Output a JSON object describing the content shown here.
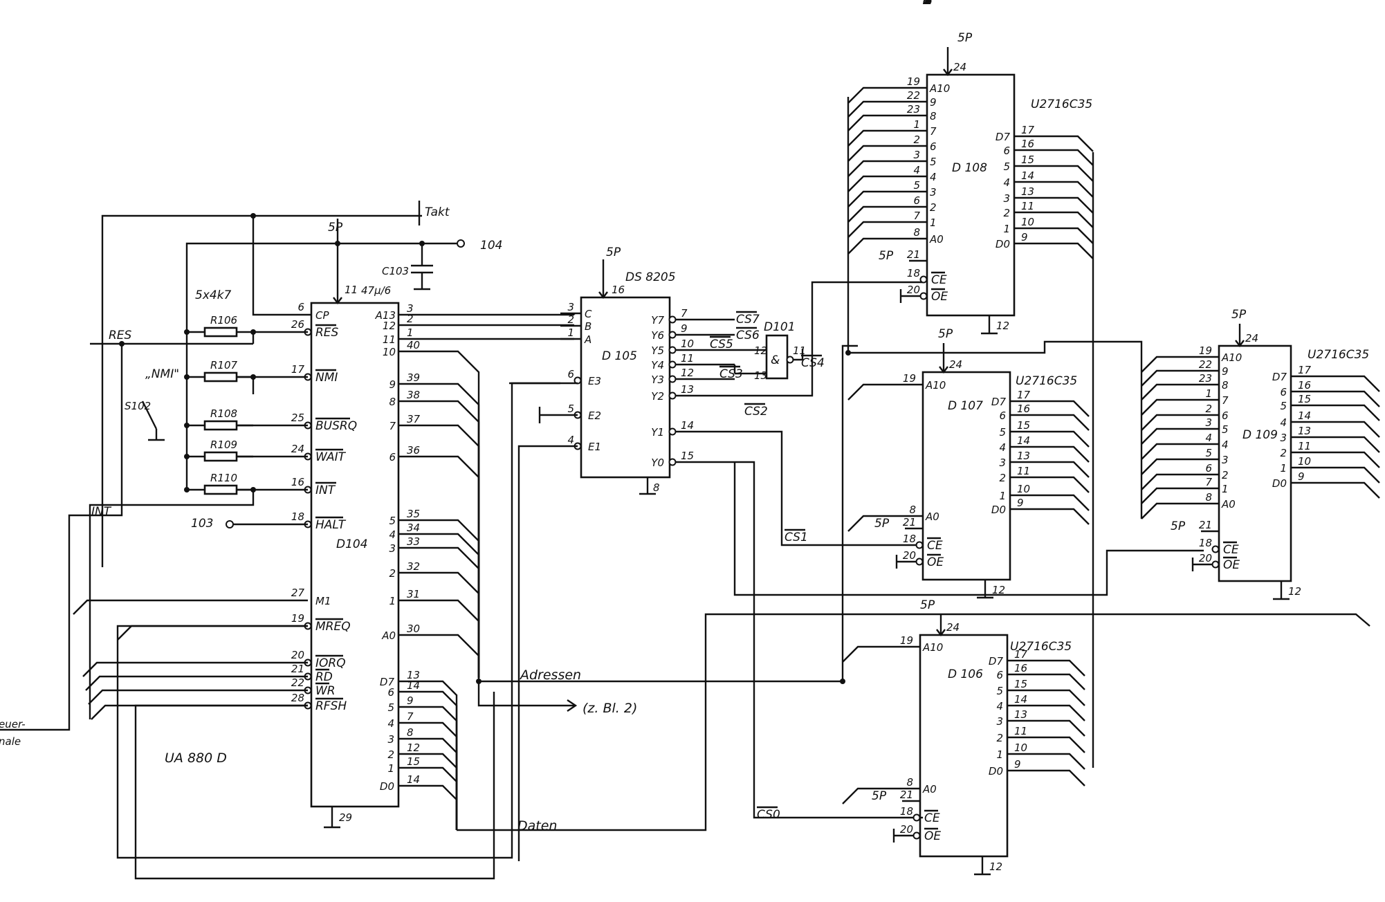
{
  "signals": {
    "takt": "Takt",
    "power": "5P",
    "res": "RES",
    "int": "INT",
    "nmi": "„NMI\"",
    "node104": "104",
    "node103": "103",
    "adressen": "Adressen",
    "daten": "Daten",
    "zbl2": "(z. Bl. 2)",
    "steuer1": "euer-",
    "steuer2": "nale"
  },
  "passives": {
    "resnet": "5x4k7",
    "cap": "C103",
    "capval": "47µ/6",
    "switch": "S102",
    "resistors": [
      "R106",
      "R107",
      "R108",
      "R109",
      "R110"
    ]
  },
  "cpu": {
    "ref": "D104",
    "type": "UA 880 D",
    "vcc": "11",
    "gnd": "29",
    "left": [
      {
        "num": "6",
        "name": "CP"
      },
      {
        "num": "26",
        "name": "RES"
      },
      {
        "num": "17",
        "name": "NMI"
      },
      {
        "num": "25",
        "name": "BUSRQ"
      },
      {
        "num": "24",
        "name": "WAIT"
      },
      {
        "num": "16",
        "name": "INT"
      },
      {
        "num": "18",
        "name": "HALT"
      },
      {
        "num": "27",
        "name": "M1"
      },
      {
        "num": "19",
        "name": "MREQ"
      },
      {
        "num": "20",
        "name": "IORQ"
      },
      {
        "num": "21",
        "name": "RD"
      },
      {
        "num": "22",
        "name": "WR"
      },
      {
        "num": "28",
        "name": "RFSH"
      }
    ],
    "addr": [
      {
        "name": "A13",
        "num": "3"
      },
      {
        "name": "12",
        "num": "2"
      },
      {
        "name": "11",
        "num": "1"
      },
      {
        "name": "10",
        "num": "40"
      },
      {
        "name": "9",
        "num": "39"
      },
      {
        "name": "8",
        "num": "38"
      },
      {
        "name": "7",
        "num": "37"
      },
      {
        "name": "6",
        "num": "36"
      },
      {
        "name": "5",
        "num": "35"
      },
      {
        "name": "4",
        "num": "34"
      },
      {
        "name": "3",
        "num": "33"
      },
      {
        "name": "2",
        "num": "32"
      },
      {
        "name": "1",
        "num": "31"
      },
      {
        "name": "A0",
        "num": "30"
      }
    ],
    "data": [
      {
        "name": "D7",
        "num": "13"
      },
      {
        "name": "6",
        "num": "14"
      },
      {
        "name": "5",
        "num": "9"
      },
      {
        "name": "4",
        "num": "7"
      },
      {
        "name": "3",
        "num": "8"
      },
      {
        "name": "2",
        "num": "12"
      },
      {
        "name": "1",
        "num": "15"
      },
      {
        "name": "D0",
        "num": "14"
      }
    ]
  },
  "decoder": {
    "ref": "D 105",
    "type": "DS 8205",
    "vcc": "16",
    "gnd": "8",
    "inputs": [
      {
        "num": "3",
        "name": "C"
      },
      {
        "num": "2",
        "name": "B"
      },
      {
        "num": "1",
        "name": "A"
      },
      {
        "num": "6",
        "name": "E3"
      },
      {
        "num": "5",
        "name": "E2"
      },
      {
        "num": "4",
        "name": "E1"
      }
    ],
    "outputs": [
      {
        "name": "Y7",
        "num": "7"
      },
      {
        "name": "Y6",
        "num": "9"
      },
      {
        "name": "Y5",
        "num": "10"
      },
      {
        "name": "Y4",
        "num": "11"
      },
      {
        "name": "Y3",
        "num": "12"
      },
      {
        "name": "Y2",
        "num": "13"
      },
      {
        "name": "Y1",
        "num": "14"
      },
      {
        "name": "Y0",
        "num": "15"
      }
    ],
    "cs": [
      "CS7",
      "CS6",
      "CS5",
      "CS4",
      "CS3",
      "CS2",
      "CS1",
      "CS0"
    ]
  },
  "gate": {
    "ref": "D101",
    "symbol": "&",
    "in1": "12",
    "in2": "13",
    "out": "11"
  },
  "eprom": {
    "type": "U2716C35",
    "vcc": "24",
    "gnd": "12",
    "addr_names": [
      "A10",
      "9",
      "8",
      "7",
      "6",
      "5",
      "4",
      "3",
      "2",
      "1",
      "A0"
    ],
    "addr_pins": [
      "19",
      "22",
      "23",
      "1",
      "2",
      "3",
      "4",
      "5",
      "6",
      "7",
      "8"
    ],
    "data_names": [
      "D7",
      "6",
      "5",
      "4",
      "3",
      "2",
      "1",
      "D0"
    ],
    "data_pins": [
      "17",
      "16",
      "15",
      "14",
      "13",
      "11",
      "10",
      "9"
    ],
    "ce": "CE",
    "oe": "OE",
    "ce_pin": "18",
    "oe_pin": "20",
    "vpp_pin": "21",
    "chips": [
      "D 108",
      "D 107",
      "D 106",
      "D 109"
    ]
  }
}
